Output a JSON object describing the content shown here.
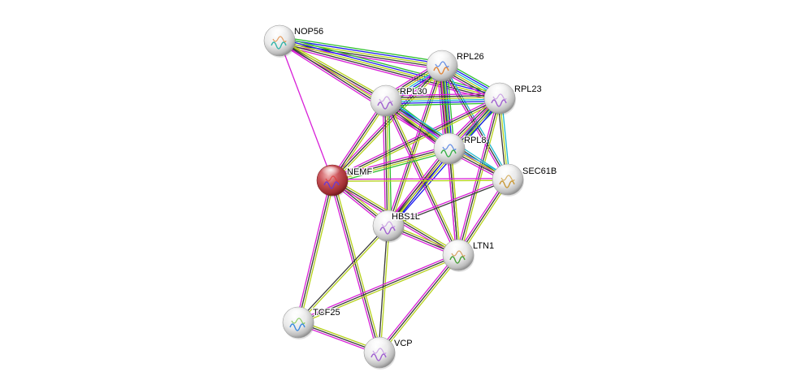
{
  "network": {
    "title": "Protein interaction network",
    "query_protein": "NEMF",
    "colors": {
      "query_node": "#c0393b",
      "default_node": "#e8e8e8",
      "edge_green": "#2ec02e",
      "edge_blue": "#1a1aee",
      "edge_cyan": "#1fb8cf",
      "edge_magenta": "#d81fd8",
      "edge_yellowgreen": "#b5d21a",
      "edge_black": "#3a3a3a"
    },
    "nodes": [
      {
        "id": "NOP56",
        "label": "NOP56",
        "query": false,
        "structure_hint": "teal-orange"
      },
      {
        "id": "RPL26",
        "label": "RPL26",
        "query": false,
        "structure_hint": "orange-blue"
      },
      {
        "id": "RPL23",
        "label": "RPL23",
        "query": false,
        "structure_hint": "purple"
      },
      {
        "id": "RPL30",
        "label": "RPL30",
        "query": false,
        "structure_hint": "purple"
      },
      {
        "id": "RPL8",
        "label": "RPL8",
        "query": false,
        "structure_hint": "multicolor"
      },
      {
        "id": "SEC61B",
        "label": "SEC61B",
        "query": false,
        "structure_hint": "orange"
      },
      {
        "id": "NEMF",
        "label": "NEMF",
        "query": true,
        "structure_hint": "purple-red"
      },
      {
        "id": "HBS1L",
        "label": "HBS1L",
        "query": false,
        "structure_hint": "purple"
      },
      {
        "id": "LTN1",
        "label": "LTN1",
        "query": false,
        "structure_hint": "green-orange"
      },
      {
        "id": "TCF25",
        "label": "TCF25",
        "query": false,
        "structure_hint": "rainbow"
      },
      {
        "id": "VCP",
        "label": "VCP",
        "query": false,
        "structure_hint": "purple"
      }
    ],
    "edges": [
      {
        "a": "NOP56",
        "b": "RPL26",
        "types": [
          "green",
          "blue",
          "yellowgreen",
          "black",
          "magenta"
        ]
      },
      {
        "a": "NOP56",
        "b": "RPL23",
        "types": [
          "green",
          "blue",
          "yellowgreen",
          "black",
          "magenta"
        ]
      },
      {
        "a": "NOP56",
        "b": "RPL30",
        "types": [
          "yellowgreen",
          "black",
          "magenta"
        ]
      },
      {
        "a": "NOP56",
        "b": "RPL8",
        "types": [
          "yellowgreen",
          "black",
          "magenta"
        ]
      },
      {
        "a": "NOP56",
        "b": "NEMF",
        "types": [
          "magenta"
        ]
      },
      {
        "a": "RPL26",
        "b": "RPL23",
        "types": [
          "green",
          "blue",
          "cyan",
          "yellowgreen",
          "black",
          "magenta"
        ]
      },
      {
        "a": "RPL26",
        "b": "RPL30",
        "types": [
          "green",
          "blue",
          "cyan",
          "yellowgreen",
          "black",
          "magenta"
        ]
      },
      {
        "a": "RPL26",
        "b": "RPL8",
        "types": [
          "green",
          "blue",
          "cyan",
          "yellowgreen",
          "black",
          "magenta"
        ]
      },
      {
        "a": "RPL26",
        "b": "SEC61B",
        "types": [
          "cyan",
          "black",
          "magenta"
        ]
      },
      {
        "a": "RPL26",
        "b": "HBS1L",
        "types": [
          "yellowgreen",
          "black",
          "magenta"
        ]
      },
      {
        "a": "RPL26",
        "b": "LTN1",
        "types": [
          "yellowgreen",
          "black",
          "magenta"
        ]
      },
      {
        "a": "RPL26",
        "b": "NEMF",
        "types": [
          "yellowgreen",
          "black",
          "magenta"
        ]
      },
      {
        "a": "RPL23",
        "b": "RPL30",
        "types": [
          "green",
          "blue",
          "cyan",
          "yellowgreen",
          "black",
          "magenta"
        ]
      },
      {
        "a": "RPL23",
        "b": "RPL8",
        "types": [
          "green",
          "blue",
          "cyan",
          "yellowgreen",
          "black",
          "magenta"
        ]
      },
      {
        "a": "RPL23",
        "b": "SEC61B",
        "types": [
          "cyan",
          "yellowgreen",
          "black"
        ]
      },
      {
        "a": "RPL23",
        "b": "HBS1L",
        "types": [
          "blue",
          "yellowgreen",
          "black",
          "magenta"
        ]
      },
      {
        "a": "RPL23",
        "b": "LTN1",
        "types": [
          "yellowgreen",
          "black",
          "magenta"
        ]
      },
      {
        "a": "RPL23",
        "b": "NEMF",
        "types": [
          "yellowgreen",
          "black",
          "magenta"
        ]
      },
      {
        "a": "RPL30",
        "b": "RPL8",
        "types": [
          "green",
          "blue",
          "cyan",
          "yellowgreen",
          "black",
          "magenta"
        ]
      },
      {
        "a": "RPL30",
        "b": "SEC61B",
        "types": [
          "cyan",
          "black",
          "magenta"
        ]
      },
      {
        "a": "RPL30",
        "b": "HBS1L",
        "types": [
          "green",
          "yellowgreen",
          "black",
          "magenta"
        ]
      },
      {
        "a": "RPL30",
        "b": "LTN1",
        "types": [
          "yellowgreen",
          "black",
          "magenta"
        ]
      },
      {
        "a": "RPL30",
        "b": "NEMF",
        "types": [
          "yellowgreen",
          "black",
          "magenta"
        ]
      },
      {
        "a": "RPL8",
        "b": "SEC61B",
        "types": [
          "cyan",
          "yellowgreen",
          "black",
          "magenta"
        ]
      },
      {
        "a": "RPL8",
        "b": "HBS1L",
        "types": [
          "blue",
          "yellowgreen",
          "black",
          "magenta"
        ]
      },
      {
        "a": "RPL8",
        "b": "LTN1",
        "types": [
          "yellowgreen",
          "black",
          "magenta"
        ]
      },
      {
        "a": "RPL8",
        "b": "NEMF",
        "types": [
          "green",
          "yellowgreen",
          "black",
          "magenta"
        ]
      },
      {
        "a": "SEC61B",
        "b": "NEMF",
        "types": [
          "yellowgreen",
          "magenta"
        ]
      },
      {
        "a": "SEC61B",
        "b": "HBS1L",
        "types": [
          "black",
          "magenta"
        ]
      },
      {
        "a": "SEC61B",
        "b": "LTN1",
        "types": [
          "yellowgreen",
          "black",
          "magenta"
        ]
      },
      {
        "a": "NEMF",
        "b": "HBS1L",
        "types": [
          "yellowgreen",
          "black",
          "magenta"
        ]
      },
      {
        "a": "NEMF",
        "b": "LTN1",
        "types": [
          "yellowgreen",
          "black",
          "magenta"
        ]
      },
      {
        "a": "NEMF",
        "b": "TCF25",
        "types": [
          "yellowgreen",
          "black",
          "magenta"
        ]
      },
      {
        "a": "NEMF",
        "b": "VCP",
        "types": [
          "yellowgreen",
          "black",
          "magenta"
        ]
      },
      {
        "a": "HBS1L",
        "b": "LTN1",
        "types": [
          "yellowgreen",
          "black",
          "magenta"
        ]
      },
      {
        "a": "HBS1L",
        "b": "TCF25",
        "types": [
          "yellowgreen",
          "black"
        ]
      },
      {
        "a": "HBS1L",
        "b": "VCP",
        "types": [
          "yellowgreen",
          "black"
        ]
      },
      {
        "a": "LTN1",
        "b": "TCF25",
        "types": [
          "yellowgreen",
          "black",
          "magenta"
        ]
      },
      {
        "a": "LTN1",
        "b": "VCP",
        "types": [
          "yellowgreen",
          "black",
          "magenta"
        ]
      },
      {
        "a": "TCF25",
        "b": "VCP",
        "types": [
          "yellowgreen",
          "black",
          "magenta"
        ]
      }
    ]
  }
}
